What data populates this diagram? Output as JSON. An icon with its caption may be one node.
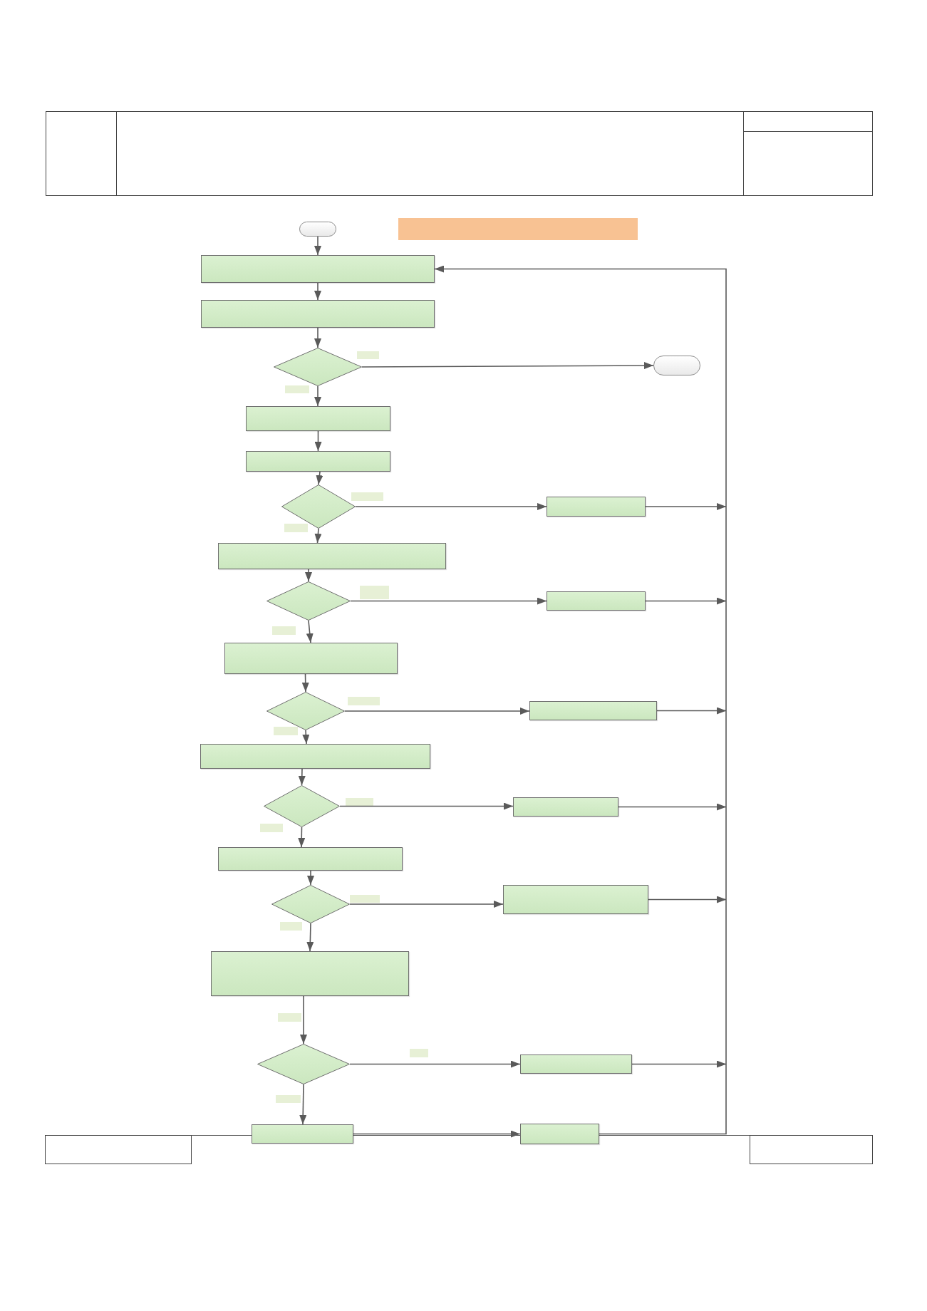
{
  "diagram": {
    "nodes": [
      {
        "text": [],
        "shape": "oval"
      },
      {
        "text": [],
        "shape": "bar"
      },
      {
        "text": [],
        "shape": "box"
      },
      {
        "text": [],
        "shape": "box"
      },
      {
        "text": [],
        "shape": "diamond"
      },
      {
        "text": [],
        "shape": "oval"
      },
      {
        "text": [],
        "shape": "box"
      },
      {
        "text": [],
        "shape": "box"
      },
      {
        "text": [],
        "shape": "diamond"
      },
      {
        "text": [],
        "shape": "box"
      },
      {
        "text": [],
        "shape": "box"
      },
      {
        "text": [],
        "shape": "diamond"
      },
      {
        "text": [],
        "shape": "box"
      },
      {
        "text": [],
        "shape": "box"
      },
      {
        "text": [],
        "shape": "diamond"
      },
      {
        "text": [],
        "shape": "box"
      },
      {
        "text": [],
        "shape": "box"
      },
      {
        "text": [],
        "shape": "diamond"
      },
      {
        "text": [],
        "shape": "box"
      },
      {
        "text": [],
        "shape": "box"
      },
      {
        "text": [],
        "shape": "diamond"
      },
      {
        "text": [],
        "shape": "box"
      },
      {
        "text": [],
        "shape": "box"
      },
      {
        "text": [],
        "shape": "diamond"
      },
      {
        "text": [],
        "shape": "box"
      },
      {
        "text": [],
        "shape": "box"
      },
      {
        "text": [],
        "shape": "box"
      }
    ],
    "edges": [
      {
        "from": 0,
        "to": 2,
        "arrow": "to"
      },
      {
        "from": 2,
        "to": 3,
        "arrow": "to"
      },
      {
        "from": 3,
        "to": 4,
        "arrow": "to"
      },
      {
        "from": 4,
        "to": 5,
        "arrow": "to"
      },
      {
        "from": 4,
        "to": 6,
        "arrow": "to"
      },
      {
        "from": 6,
        "to": 7,
        "arrow": "to"
      },
      {
        "from": 7,
        "to": 8,
        "arrow": "to"
      },
      {
        "from": 8,
        "to": 9,
        "arrow": "to"
      },
      {
        "from": 8,
        "to": 10,
        "arrow": "to"
      },
      {
        "from": 10,
        "to": 11,
        "arrow": "to"
      },
      {
        "from": 11,
        "to": 12,
        "arrow": "to"
      },
      {
        "from": 11,
        "to": 13,
        "arrow": "to"
      },
      {
        "from": 13,
        "to": 14,
        "arrow": "to"
      },
      {
        "from": 14,
        "to": 15,
        "arrow": "to"
      },
      {
        "from": 14,
        "to": 16,
        "arrow": "to"
      },
      {
        "from": 16,
        "to": 17,
        "arrow": "to"
      },
      {
        "from": 17,
        "to": 18,
        "arrow": "to"
      },
      {
        "from": 17,
        "to": 19,
        "arrow": "to"
      },
      {
        "from": 19,
        "to": 20,
        "arrow": "to"
      },
      {
        "from": 20,
        "to": 21,
        "arrow": "to"
      },
      {
        "from": 20,
        "to": 22,
        "arrow": "to"
      },
      {
        "from": 22,
        "to": 23,
        "arrow": "to"
      },
      {
        "from": 23,
        "to": 24,
        "arrow": "to"
      },
      {
        "from": 23,
        "to": 25,
        "arrow": "to"
      },
      {
        "from": 25,
        "to": 26,
        "arrow": "to"
      },
      {
        "from": 9,
        "to": 2,
        "arrow": "to"
      },
      {
        "from": 12,
        "to": 2,
        "arrow": "to"
      },
      {
        "from": 15,
        "to": 2,
        "arrow": "to"
      },
      {
        "from": 18,
        "to": 2,
        "arrow": "to"
      },
      {
        "from": 21,
        "to": 2,
        "arrow": "to"
      },
      {
        "from": 24,
        "to": 2,
        "arrow": "to"
      },
      {
        "from": 26,
        "to": 2,
        "arrow": "to"
      }
    ]
  }
}
